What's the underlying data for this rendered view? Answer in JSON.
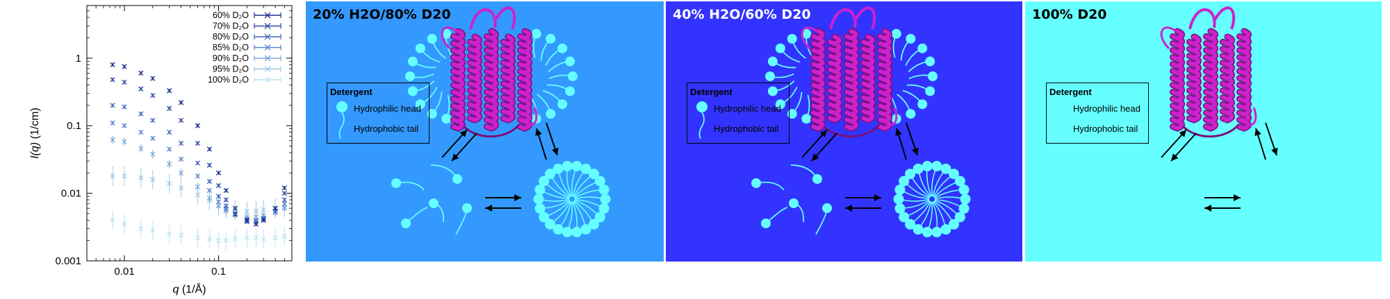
{
  "chart_data": {
    "type": "scatter",
    "xlabel_italic": "q",
    "xlabel_unit": "(1/Å)",
    "ylabel_italic": "I(q)",
    "ylabel_unit": "(1/cm)",
    "xscale": "log",
    "yscale": "log",
    "xlim": [
      0.004,
      0.6
    ],
    "ylim": [
      0.001,
      6
    ],
    "xticks": [
      0.01,
      0.1
    ],
    "xtick_labels": [
      "0.01",
      "0.1"
    ],
    "yticks": [
      0.001,
      0.01,
      0.1,
      1
    ],
    "ytick_labels": [
      "0.001",
      "0.01",
      "0.1",
      "1"
    ],
    "legend_position": "top-right",
    "series": [
      {
        "name": "60% D₂O",
        "color": "#1a2f8a",
        "x": [
          0.0075,
          0.01,
          0.015,
          0.02,
          0.03,
          0.04,
          0.06,
          0.08,
          0.1,
          0.12,
          0.15,
          0.2,
          0.25,
          0.3,
          0.4,
          0.5
        ],
        "y": [
          0.8,
          0.75,
          0.6,
          0.5,
          0.33,
          0.22,
          0.1,
          0.045,
          0.02,
          0.011,
          0.006,
          0.004,
          0.0035,
          0.004,
          0.006,
          0.012
        ]
      },
      {
        "name": "70% D₂O",
        "color": "#2a4aa8",
        "x": [
          0.0075,
          0.01,
          0.015,
          0.02,
          0.03,
          0.04,
          0.06,
          0.08,
          0.1,
          0.12,
          0.15,
          0.2,
          0.25,
          0.3,
          0.4,
          0.5
        ],
        "y": [
          0.48,
          0.44,
          0.35,
          0.28,
          0.18,
          0.12,
          0.055,
          0.026,
          0.013,
          0.008,
          0.005,
          0.0038,
          0.0035,
          0.004,
          0.006,
          0.01
        ]
      },
      {
        "name": "80% D₂O",
        "color": "#3f66bd",
        "x": [
          0.0075,
          0.01,
          0.015,
          0.02,
          0.03,
          0.04,
          0.06,
          0.08,
          0.1,
          0.12,
          0.15,
          0.2,
          0.25,
          0.3,
          0.4,
          0.5
        ],
        "y": [
          0.2,
          0.19,
          0.15,
          0.12,
          0.08,
          0.055,
          0.028,
          0.015,
          0.009,
          0.0065,
          0.0048,
          0.004,
          0.0038,
          0.0042,
          0.0055,
          0.008
        ]
      },
      {
        "name": "85% D₂O",
        "color": "#5a86cc",
        "x": [
          0.0075,
          0.01,
          0.015,
          0.02,
          0.03,
          0.04,
          0.06,
          0.08,
          0.1,
          0.12,
          0.15,
          0.2,
          0.25,
          0.3,
          0.4,
          0.5
        ],
        "y": [
          0.11,
          0.1,
          0.08,
          0.065,
          0.045,
          0.032,
          0.018,
          0.011,
          0.0075,
          0.0058,
          0.0048,
          0.0042,
          0.004,
          0.0043,
          0.0052,
          0.007
        ]
      },
      {
        "name": "90% D₂O",
        "color": "#78a8d8",
        "x": [
          0.0075,
          0.01,
          0.015,
          0.02,
          0.03,
          0.04,
          0.06,
          0.08,
          0.1,
          0.12,
          0.15,
          0.2,
          0.25,
          0.3,
          0.4,
          0.5
        ],
        "y": [
          0.062,
          0.058,
          0.046,
          0.038,
          0.027,
          0.02,
          0.0125,
          0.0085,
          0.0065,
          0.0055,
          0.0048,
          0.0045,
          0.0045,
          0.0047,
          0.0052,
          0.006
        ]
      },
      {
        "name": "95% D₂O",
        "color": "#9cc8e4",
        "x": [
          0.0075,
          0.01,
          0.015,
          0.02,
          0.03,
          0.04,
          0.06,
          0.08,
          0.1,
          0.12,
          0.15,
          0.2,
          0.25,
          0.3,
          0.4,
          0.5
        ],
        "y": [
          0.018,
          0.018,
          0.017,
          0.016,
          0.014,
          0.012,
          0.0095,
          0.0078,
          0.0066,
          0.006,
          0.0056,
          0.0054,
          0.0055,
          0.0057,
          0.006,
          0.0062
        ]
      },
      {
        "name": "100% D₂O",
        "color": "#b8e6f2",
        "x": [
          0.0075,
          0.01,
          0.015,
          0.02,
          0.03,
          0.04,
          0.06,
          0.08,
          0.1,
          0.12,
          0.15,
          0.2,
          0.25,
          0.3,
          0.4,
          0.5
        ],
        "y": [
          0.004,
          0.0035,
          0.003,
          0.0028,
          0.0025,
          0.0024,
          0.0022,
          0.0021,
          0.002,
          0.002,
          0.0021,
          0.0022,
          0.0022,
          0.0021,
          0.0022,
          0.0023
        ]
      }
    ]
  },
  "panels": [
    {
      "title": "20% H2O/80% D20",
      "background": "#3399ff",
      "title_color": "#000000",
      "detergent_visible": true,
      "micelle_visible": true
    },
    {
      "title": "40% H2O/60% D20",
      "background": "#3333ff",
      "title_color": "#ffffff",
      "detergent_visible": true,
      "micelle_visible": true
    },
    {
      "title": "100% D20",
      "background": "#66ffff",
      "title_color": "#000000",
      "detergent_visible": false,
      "micelle_visible": false
    }
  ],
  "legend": {
    "title": "Detergent",
    "head_label": "Hydrophilic head",
    "tail_label": "Hydrophobic tail"
  },
  "colors": {
    "detergent": "#66ffff",
    "protein": "#cc22cc",
    "protein_dark": "#7a0f7a",
    "arrow": "#000000"
  },
  "icons": {
    "protein": "membrane-protein-icon",
    "micelle": "micelle-icon",
    "monomer": "detergent-monomer-icon",
    "equilibrium": "equilibrium-arrows-icon"
  }
}
